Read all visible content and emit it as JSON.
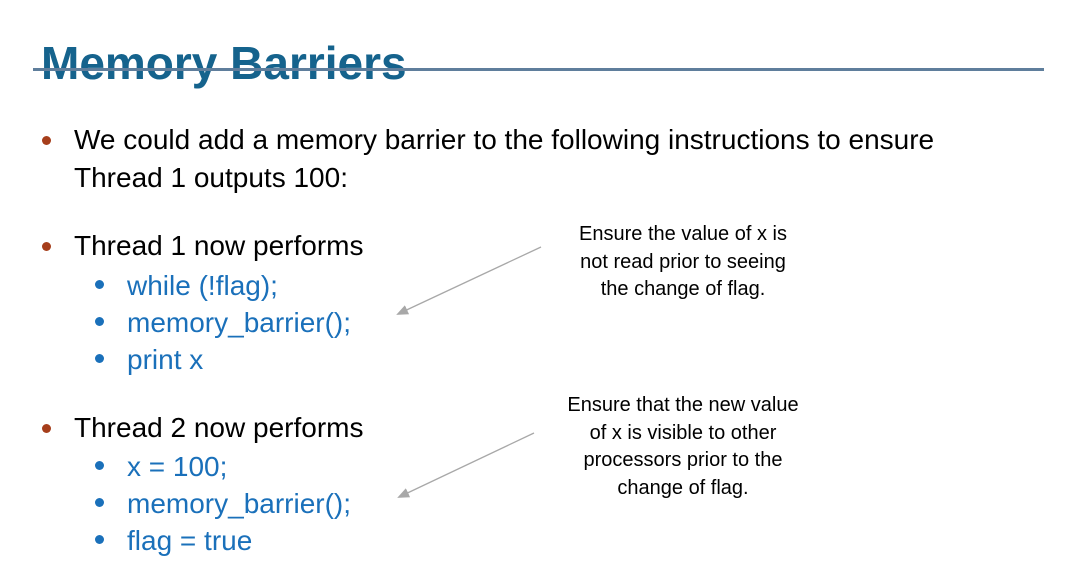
{
  "slide": {
    "title": "Memory Barriers",
    "colors": {
      "title_blue": "#15638d",
      "rule_slate": "#5f7e9c",
      "bullet_rust": "#a63e1b",
      "code_blue": "#1a70ba",
      "arrow_gray": "#a8a8a8"
    },
    "intro": {
      "lines": [
        "We could add a memory barrier to the following instructions to ensure",
        "Thread 1 outputs 100:"
      ]
    },
    "thread1": {
      "heading": "Thread 1 now performs",
      "code": [
        "while (!flag);",
        "memory_barrier();",
        "print x"
      ]
    },
    "thread2": {
      "heading": "Thread 2 now performs",
      "code": [
        "x = 100;",
        "memory_barrier();",
        "flag = true"
      ]
    },
    "annotations": [
      {
        "lines": [
          "Ensure the value of x is",
          "not read prior to seeing",
          "the change of flag."
        ]
      },
      {
        "lines": [
          "Ensure that the new value",
          "of x is visible to other",
          "processors prior to the",
          "change of flag."
        ]
      }
    ]
  }
}
